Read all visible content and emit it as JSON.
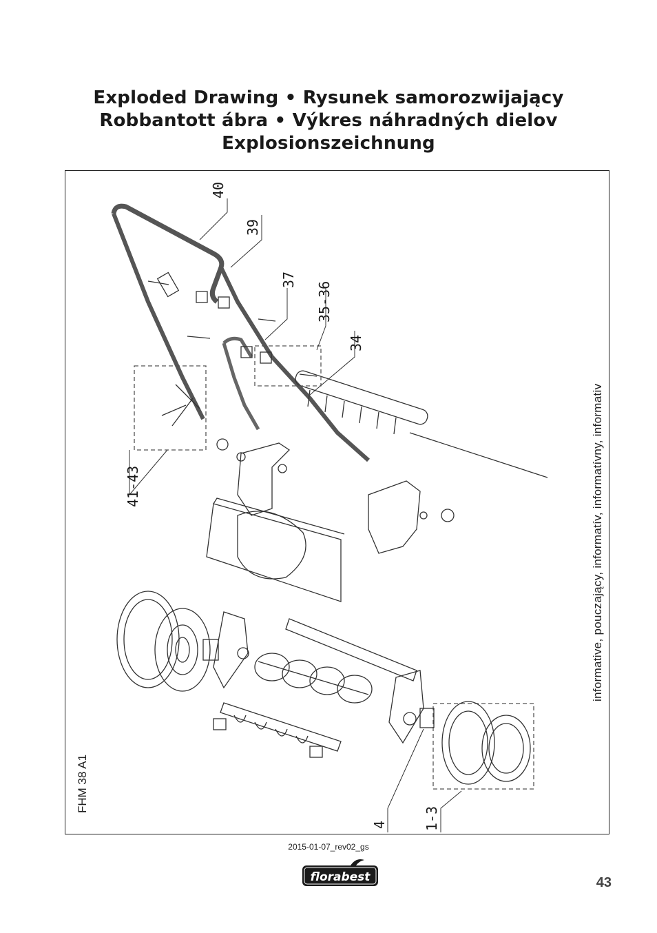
{
  "title": {
    "line1": "Exploded Drawing • Rysunek samorozwijający",
    "line2": "Robbantott ábra • Výkres náhradných dielov",
    "line3": "Explosionszeichnung"
  },
  "figure": {
    "model": "FHM 38 A1",
    "side_note": "informative, pouczający, informatív, informatívny, informativ",
    "callouts": [
      "40",
      "39",
      "37",
      "35-36",
      "34",
      "41-43",
      "4",
      "1-3"
    ]
  },
  "footer": {
    "revision": "2015-01-07_rev02_gs",
    "brand": "florabest",
    "page_number": "43"
  },
  "colors": {
    "text": "#1a1a1a",
    "line": "#333333",
    "logo": "#1a1a1a"
  }
}
